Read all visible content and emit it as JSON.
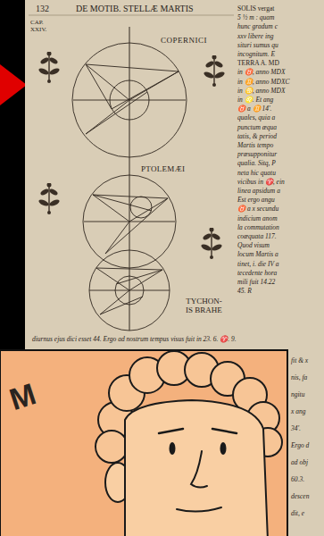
{
  "diagram": {
    "labels": [
      "132",
      "DE MOTIB. STELLÆ MARTIS",
      "CAP.",
      "XXIV.",
      "COPERNICI",
      "PTOLEMÆI",
      "TYCHON- IS BRAHE",
      "SOLIS vergat",
      "5 ½ m : quam",
      "hunc gradum c",
      "xxv libere ing",
      "situri sumus qu",
      "incognitum. E",
      "TERRA A. MD",
      "in ♉, anno MDX",
      "in ♊, anno MDXC",
      "in ♋, anno MDX",
      "in ♌. Et ang",
      "♉ a ♊ 14'.",
      "quales, quia a",
      "punctum æqua",
      "tatis, & period",
      "Martis tempo",
      "præsupponitur",
      "qualia. Sitq, P",
      "neta hic quatu",
      "vicibus in ♈, ein",
      "linea apsidum a",
      "Est ergo angu",
      "♉ a x secundu",
      "indicium anom",
      "la commutation",
      "coæquata 117.",
      "Quod visum",
      "locum Martis a",
      "tinet, i. die IV a",
      "tecedente hora",
      "mili fuit 14.22",
      "45. R",
      "diurnus ejus dici esset 44. Ergo ad nostrum tempus visus fuit in 23. 6. ♈. 9.",
      "fit & x",
      "nis, fa",
      "ngitu",
      "x ang",
      "34'.",
      "Ergo d",
      "ad obj",
      "60.3.",
      "descen",
      "dit, e",
      "M"
    ]
  }
}
